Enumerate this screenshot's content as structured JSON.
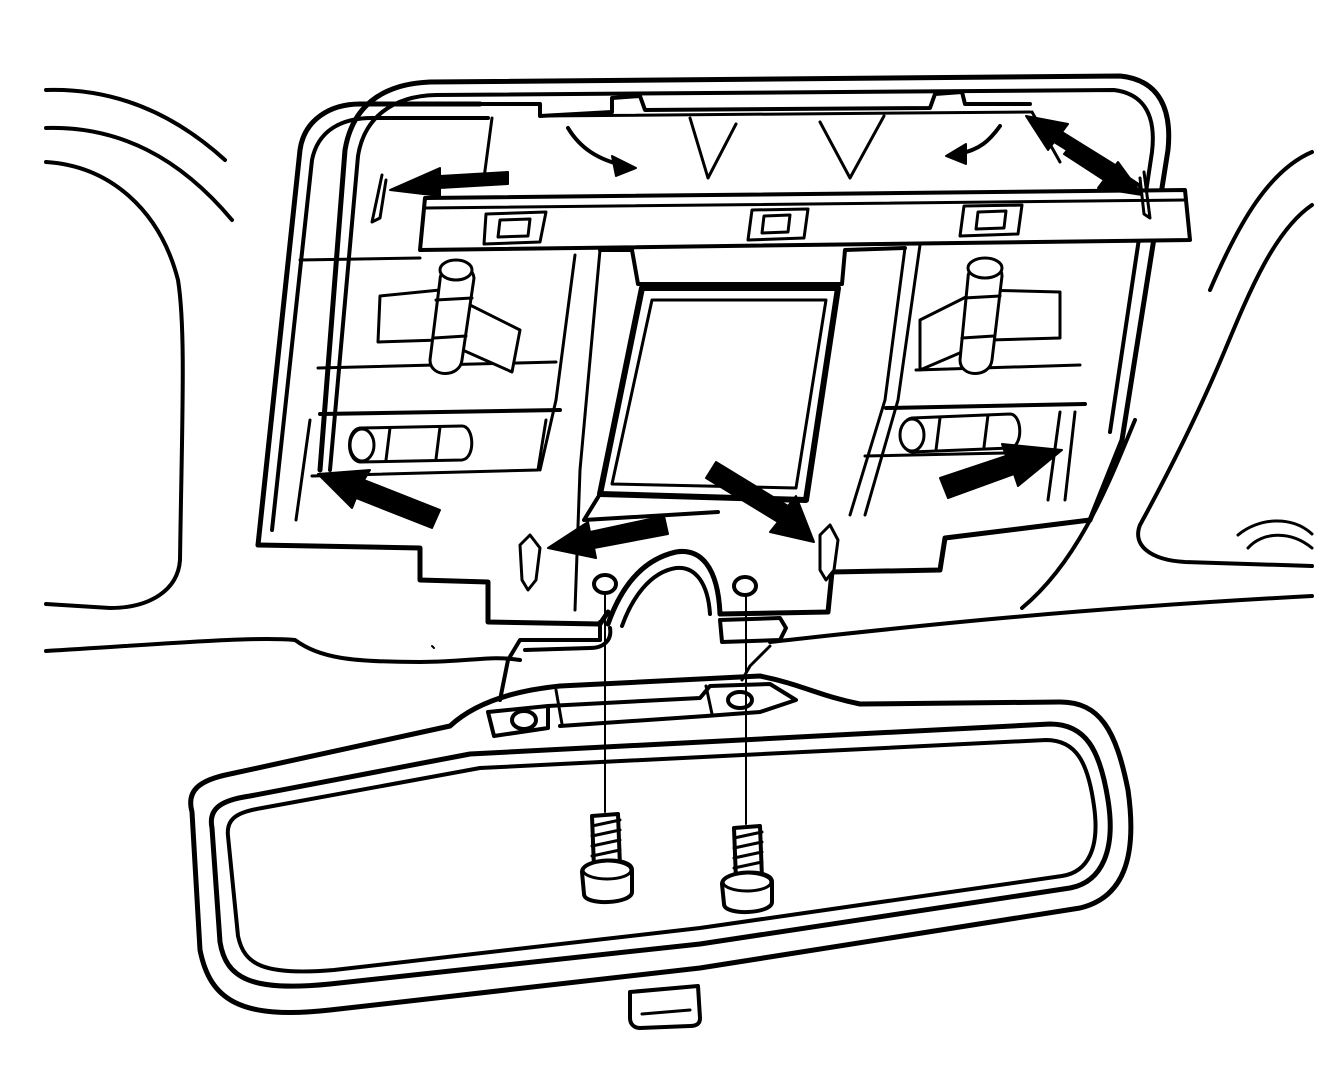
{
  "diagram": {
    "type": "technical-line-drawing",
    "colors": {
      "line": "#000000",
      "background": "#ffffff",
      "arrow": "#000000"
    },
    "parts": [
      "headliner-outline",
      "roof-console-frame",
      "roof-console-opening",
      "retaining-clip",
      "release-arrow",
      "mounting-bracket",
      "rearview-mirror",
      "mirror-screw"
    ]
  }
}
